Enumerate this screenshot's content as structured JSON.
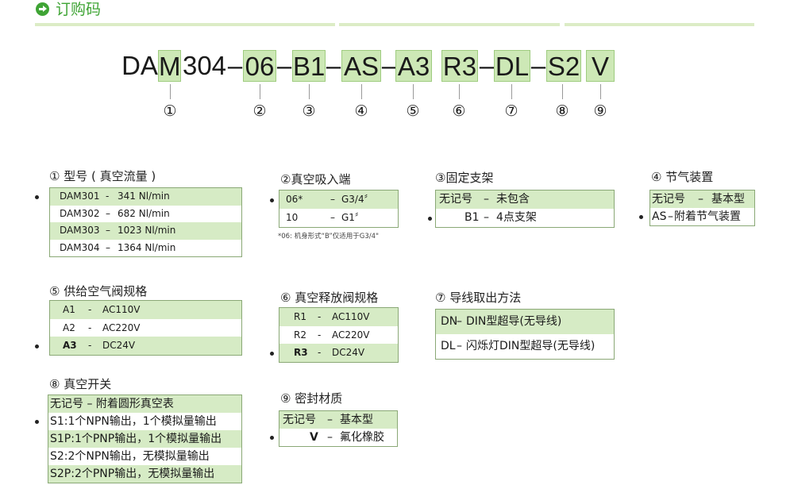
{
  "header": {
    "title": "订购码"
  },
  "part_number": {
    "segments": [
      {
        "text": "DA",
        "boxed": false
      },
      {
        "text": "M",
        "boxed": true
      },
      {
        "text": "304",
        "boxed": false
      },
      {
        "text": "–",
        "boxed": false
      },
      {
        "text": "06",
        "boxed": true
      },
      {
        "text": "–",
        "boxed": false
      },
      {
        "text": "B1",
        "boxed": true
      },
      {
        "text": "–",
        "boxed": false
      },
      {
        "text": "AS",
        "boxed": true
      },
      {
        "text": "–",
        "boxed": false
      },
      {
        "text": "A3",
        "boxed": true
      },
      {
        "text": "R3",
        "boxed": true
      },
      {
        "text": "–",
        "boxed": false
      },
      {
        "text": "DL",
        "boxed": true
      },
      {
        "text": "–",
        "boxed": false
      },
      {
        "text": "S2",
        "boxed": true
      },
      {
        "text": "V",
        "boxed": true
      }
    ],
    "numbers": [
      "①",
      "②",
      "③",
      "④",
      "⑤",
      "⑥",
      "⑦",
      "⑧",
      "⑨"
    ]
  },
  "sections": [
    {
      "id": "s1",
      "title": "① 型号 ( 真空流量 )",
      "rows": [
        {
          "code": "DAM301",
          "sep": "-",
          "value": "341 Nl/min",
          "green": true,
          "bold": false
        },
        {
          "code": "DAM302",
          "sep": "–",
          "value": "682 Nl/min",
          "green": false,
          "bold": false
        },
        {
          "code": "DAM303",
          "sep": "–",
          "value": "1023 Nl/min",
          "green": true,
          "bold": false
        },
        {
          "code": "DAM304",
          "sep": "–",
          "value": "1364 Nl/min",
          "green": false,
          "bold": false
        }
      ]
    },
    {
      "id": "s2",
      "title": "②真空吸入端",
      "rows": [
        {
          "code": "06*",
          "sep": "–",
          "value": "G3/4〞",
          "green": true,
          "bold": false
        },
        {
          "code": "10",
          "sep": "–",
          "value": "G1〞",
          "green": false,
          "bold": false
        }
      ],
      "note": "*06: 机身形式“B”仅适用于G3/4\""
    },
    {
      "id": "s3",
      "title": "③固定支架",
      "rows": [
        {
          "code": "无记号",
          "sep": "–",
          "value": "未包含",
          "green": true,
          "bold": false
        },
        {
          "code": "B1",
          "sep": "–",
          "value": "4点支架",
          "green": false,
          "bold": false
        }
      ]
    },
    {
      "id": "s4",
      "title": "④ 节气装置",
      "rows": [
        {
          "code": "无记号",
          "sep": "–",
          "value": "基本型",
          "green": true,
          "bold": false
        },
        {
          "code": "AS",
          "sep": "–",
          "value": "附着节气装置",
          "green": false,
          "bold": false
        }
      ]
    },
    {
      "id": "s5",
      "title": "⑤ 供给空气阀规格",
      "rows": [
        {
          "code": "A1",
          "sep": "-",
          "value": "AC110V",
          "green": true,
          "bold": false
        },
        {
          "code": "A2",
          "sep": "-",
          "value": "AC220V",
          "green": false,
          "bold": false
        },
        {
          "code": "A3",
          "sep": "-",
          "value": "DC24V",
          "green": true,
          "bold": true
        }
      ]
    },
    {
      "id": "s6",
      "title": "⑥ 真空释放阀规格",
      "rows": [
        {
          "code": "R1",
          "sep": "-",
          "value": "AC110V",
          "green": true,
          "bold": false
        },
        {
          "code": "R2",
          "sep": "-",
          "value": "AC220V",
          "green": false,
          "bold": false
        },
        {
          "code": "R3",
          "sep": "-",
          "value": "DC24V",
          "green": true,
          "bold": true
        }
      ]
    },
    {
      "id": "s7",
      "title": "⑦ 导线取出方法",
      "rows": [
        {
          "code": "DN",
          "sep": "–",
          "value": "DIN型超导(无导线)",
          "green": true,
          "bold": false
        },
        {
          "code": "DL",
          "sep": "–",
          "value": "闪烁灯DIN型超导(无导线)",
          "green": false,
          "bold": false
        }
      ]
    },
    {
      "id": "s8",
      "title": "⑧ 真空开关",
      "rows": [
        {
          "text": "无记号 – 附着圆形真空表",
          "green": true
        },
        {
          "text": "S1:1个NPN输出，1个模拟量输出",
          "green": false
        },
        {
          "text": "S1P:1个PNP输出，1个模拟量输出",
          "green": true
        },
        {
          "text": "S2:2个NPN输出，无模拟量输出",
          "green": false
        },
        {
          "text": "S2P:2个PNP输出，无模拟量输出",
          "green": true
        }
      ]
    },
    {
      "id": "s9",
      "title": "⑨ 密封材质",
      "rows": [
        {
          "code": "无记号",
          "sep": "–",
          "value": "基本型",
          "green": true,
          "bold": false
        },
        {
          "code": "V",
          "sep": "–",
          "value": "氟化橡胶",
          "green": false,
          "bold": true
        }
      ]
    }
  ],
  "colors": {
    "accent": "#3fa435",
    "row_green": "#d6ebc5",
    "box_green": "#cde8b6"
  }
}
